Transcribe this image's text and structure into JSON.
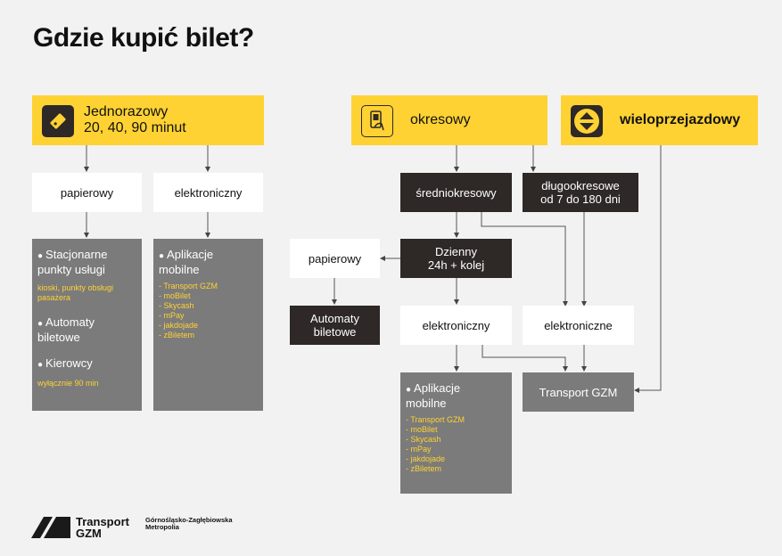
{
  "title": "Gdzie kupić bilet?",
  "headers": {
    "single": {
      "line1": "Jednorazowy",
      "line2": "20, 40, 90 minut",
      "icon": "ticket-icon"
    },
    "periodic": {
      "label": "okresowy",
      "icon": "phone-card-icon"
    },
    "multi": {
      "label": "wieloprzejazdowy",
      "icon": "up-down-arrows-icon"
    }
  },
  "nodes": {
    "papierowy_left": "papierowy",
    "elektroniczny_left": "elektroniczny",
    "sredniokresowy": "średniokresowy",
    "dlugookresowe": {
      "line1": "długookresowe",
      "line2": "od 7 do 180 dni"
    },
    "dzienny": {
      "line1": "Dzienny",
      "line2": "24h + kolej"
    },
    "papierowy_mid": "papierowy",
    "automaty_mid": {
      "line1": "Automaty",
      "line2": "biletowe"
    },
    "elektroniczny_mid": "elektroniczny",
    "elektroniczne_right": "elektroniczne",
    "transport_gzm": "Transport GZM"
  },
  "box_points": {
    "item1": {
      "line1": "Stacjonarne",
      "line2": "punkty usługi",
      "sub": "kioski, punkty obsługi pasażera"
    },
    "item2": {
      "line1": "Automaty",
      "line2": "biletowe"
    },
    "item3": {
      "line1": "Kierowcy",
      "sub": "wyłącznie 90 min"
    }
  },
  "apps_left": {
    "heading_line1": "Aplikacje",
    "heading_line2": "mobilne",
    "items": [
      "- Transport GZM",
      "- moBilet",
      "- Skycash",
      "- mPay",
      "- jakdojade",
      "- zBiletem"
    ]
  },
  "apps_mid": {
    "heading_line1": "Aplikacje",
    "heading_line2": "mobilne",
    "items": [
      "- Transport GZM",
      "- moBilet",
      "- Skycash",
      "- mPay",
      "- jakdojade",
      "- zBiletem"
    ]
  },
  "footer": {
    "logo_line1": "Transport",
    "logo_line2": "GZM",
    "metro_line1": "Górnośląsko-Zagłębiowska",
    "metro_line2": "Metropolia"
  },
  "colors": {
    "yellow": "#ffd233",
    "dark": "#2e2827",
    "grey": "#7b7b7b",
    "background": "#f2f2f2"
  }
}
